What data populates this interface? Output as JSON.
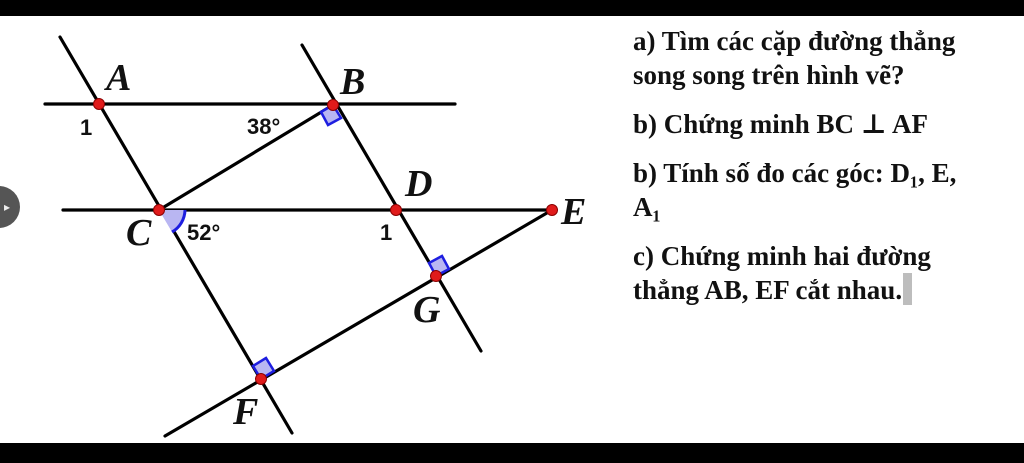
{
  "figure": {
    "points": {
      "A": "A",
      "B": "B",
      "C": "C",
      "D": "D",
      "E": "E",
      "F": "F",
      "G": "G"
    },
    "angles": {
      "ab_b": "38°",
      "c": "52°",
      "a_index": "1",
      "d_index": "1"
    },
    "colors": {
      "line": "#000000",
      "point": "#e01b1b",
      "angle_fill": "#b9b6f2",
      "angle_stroke": "#1e1ee0"
    }
  },
  "questions": {
    "a_line1": "a) Tìm các cặp đường thẳng",
    "a_line2": "song song trên hình vẽ?",
    "b1": "b) Chứng minh BC ⊥ AF",
    "b2_line1": "b) Tính số đo các góc: D₁, E,",
    "b2_line2": "A₁",
    "c_line1": "c) Chứng minh hai đường",
    "c_line2": "thẳng AB, EF cắt nhau."
  },
  "controls": {
    "side_button_icon": "chevron-right-icon"
  }
}
